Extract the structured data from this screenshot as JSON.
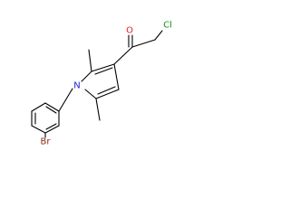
{
  "molecule": {
    "atoms": {
      "bromine": {
        "label": "Br",
        "color": "#8b2b0e"
      },
      "nitrogen": {
        "label": "N",
        "color": "#2020d0"
      },
      "oxygen": {
        "label": "O",
        "color": "#e02020"
      },
      "chlorine": {
        "label": "Cl",
        "color": "#1f8f1f"
      }
    },
    "bond_color": "#000000",
    "background": "#ffffff"
  }
}
